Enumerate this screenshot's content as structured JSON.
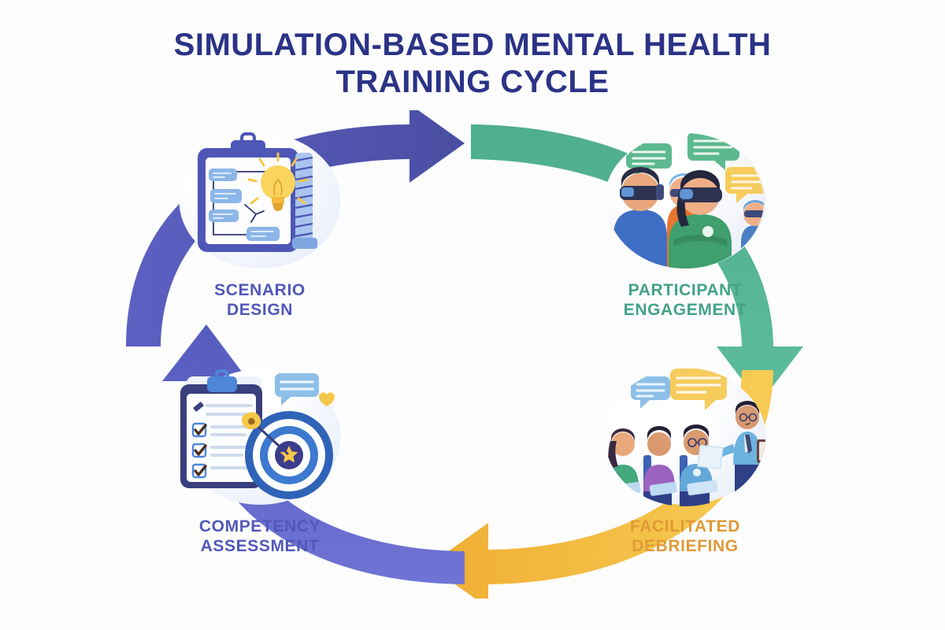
{
  "title": {
    "line1": "SIMULATION-BASED MENTAL HEALTH",
    "line2": "TRAINING CYCLE"
  },
  "theme": {
    "title_color": "#2b3387",
    "arrow_purple_dark": "#4b4fa5",
    "arrow_purple_light": "#6a6fd0",
    "arrow_green": "#55b694",
    "arrow_green_dark": "#3f9d7e",
    "arrow_yellow": "#f5c23f",
    "arrow_yellow_light": "#f9d36a",
    "background": "#ffffff"
  },
  "cycle": {
    "steps": [
      {
        "id": "scenario-design",
        "label_line1": "SCENARIO",
        "label_line2": "DESIGN",
        "color": "#5157b8",
        "icon": "clipboard-flowchart-lightbulb-icon",
        "position": "top-left"
      },
      {
        "id": "participant-engagement",
        "label_line1": "PARTICIPANT",
        "label_line2": "ENGAGEMENT",
        "color": "#43a287",
        "icon": "vr-headset-group-icon",
        "position": "top-right"
      },
      {
        "id": "facilitated-debriefing",
        "label_line1": "FACILITATED",
        "label_line2": "DEBRIEFING",
        "color": "#e09a36",
        "icon": "group-discussion-facilitator-icon",
        "position": "bottom-right"
      },
      {
        "id": "competency-assessment",
        "label_line1": "COMPETENCY",
        "label_line2": "ASSESSMENT",
        "color": "#5157b8",
        "icon": "checklist-target-icon",
        "position": "bottom-left"
      }
    ],
    "arrows": [
      {
        "id": "arrow-scenario-to-engagement",
        "from": "scenario-design",
        "to": "participant-engagement",
        "color": "#4b4fa5",
        "direction": "right"
      },
      {
        "id": "arrow-engagement-to-debriefing",
        "from": "participant-engagement",
        "to": "facilitated-debriefing",
        "color": "#55b694",
        "direction": "down"
      },
      {
        "id": "arrow-debriefing-to-competency",
        "from": "facilitated-debriefing",
        "to": "competency-assessment",
        "color": "#f5c23f",
        "direction": "left"
      },
      {
        "id": "arrow-competency-to-scenario",
        "from": "competency-assessment",
        "to": "scenario-design",
        "color": "#6a6fd0",
        "direction": "up"
      }
    ]
  }
}
